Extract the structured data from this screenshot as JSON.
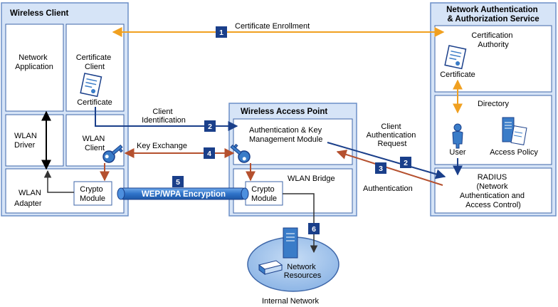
{
  "colors": {
    "panel_bg": "#d6e4f7",
    "panel_border": "#6b8fc7",
    "box_border": "#3d66a8",
    "badge": "#1a3f8a",
    "orange_arrow": "#f0a020",
    "blue_arrow": "#1a3f8a",
    "red_arrow": "#b5502e",
    "key_icon": "#3a7cc8",
    "encryption_bar": "#2f73c9",
    "network_ellipse": "#9ec0ea"
  },
  "wireless_client": {
    "title": "Wireless Client",
    "network_application": [
      "Network",
      "Application"
    ],
    "certificate_client": [
      "Certificate",
      "Client"
    ],
    "certificate_label": "Certificate",
    "wlan_driver": [
      "WLAN",
      "Driver"
    ],
    "wlan_client": [
      "WLAN",
      "Client"
    ],
    "wlan_adapter": [
      "WLAN",
      "Adapter"
    ],
    "crypto_module": [
      "Crypto",
      "Module"
    ]
  },
  "access_point": {
    "title": "Wireless Access Point",
    "auth_module": [
      "Authentication & Key",
      "Management Module"
    ],
    "wlan_bridge": "WLAN Bridge",
    "crypto_module": [
      "Crypto",
      "Module"
    ]
  },
  "auth_service": {
    "title": [
      "Network Authentication",
      "& Authorization Service"
    ],
    "certification_authority": [
      "Certification",
      "Authority"
    ],
    "certificate_label": "Certificate",
    "directory": "Directory",
    "user_label": "User",
    "access_policy_label": "Access Policy",
    "radius": [
      "RADIUS",
      "(Network",
      "Authentication and",
      "Access Control)"
    ]
  },
  "flows": {
    "certificate_enrollment": "Certificate Enrollment",
    "client_identification": [
      "Client",
      "Identification"
    ],
    "key_exchange": "Key Exchange",
    "client_auth_request": [
      "Client",
      "Authentication",
      "Request"
    ],
    "authentication": "Authentication",
    "encryption": "WEP/WPA Encryption"
  },
  "badges": [
    "1",
    "2",
    "4",
    "2",
    "3",
    "5",
    "6"
  ],
  "network": {
    "resources": [
      "Network",
      "Resources"
    ],
    "internal_network": "Internal Network"
  }
}
